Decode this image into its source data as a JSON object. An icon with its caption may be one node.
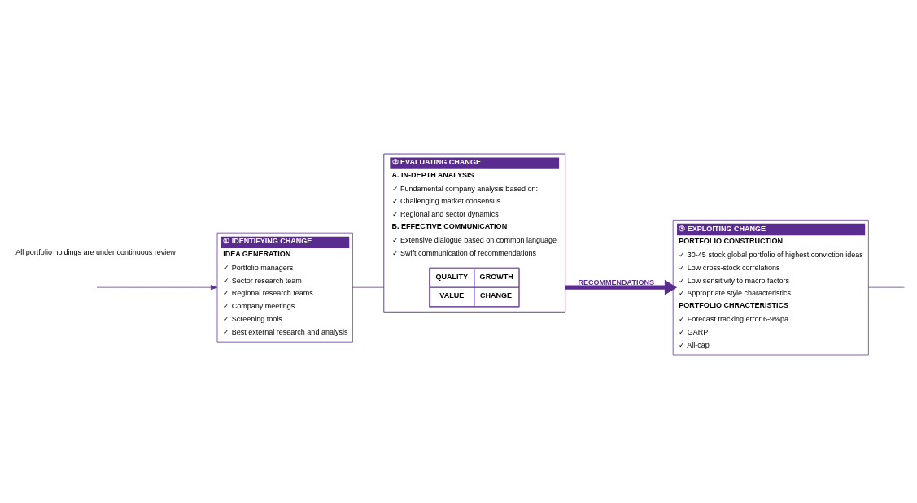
{
  "diagram": {
    "nodes": [
      {
        "text": [
          "① IDENTIFYING CHANGE",
          "IDEA GENERATION",
          "✓ Portfolio managers",
          "✓ Sector research team",
          "✓ Regional research teams",
          "✓ Company meetings",
          "✓ Screening tools",
          "✓ Best external research and analysis"
        ]
      },
      {
        "text": [
          "② EVALUATING CHANGE",
          "A. IN-DEPTH ANALYSIS",
          "✓ Fundamental company analysis based on:",
          "✓ Challenging market consensus",
          "✓ Regional and sector dynamics",
          "B. EFFECTIVE COMMUNICATION",
          "✓ Extensive dialogue based on common language",
          "✓ Swift communication of recommendations"
        ]
      },
      {
        "text": [
          "QUALITY",
          "GROWTH",
          "VALUE",
          "CHANGE"
        ],
        "in": 1
      },
      {
        "text": [
          "③ EXPLOITING CHANGE",
          "PORTFOLIO CONSTRUCTION",
          "✓ 30-45 stock global portfolio of highest conviction ideas",
          "✓ Low cross-stock correlations",
          "✓ Low sensitivity to macro factors",
          "✓ Appropriate style characteristics",
          "PORTFOLIO CHRACTERISTICS",
          "✓ Forecast tracking error 6-9%pa",
          "✓ GARP",
          "✓ All-cap"
        ]
      }
    ],
    "edges": [
      {
        "from": 0,
        "to": 1,
        "arrow": "none"
      },
      {
        "from": 1,
        "to": 3,
        "arrow": "to",
        "label": "RECOMMENDATIONS",
        "style": "thick"
      },
      {
        "from": 3,
        "to": null,
        "arrow": "none"
      },
      {
        "from": null,
        "to": 0,
        "arrow": "to"
      }
    ],
    "labels": [
      "All portfolio holdings are under continuous review"
    ]
  }
}
